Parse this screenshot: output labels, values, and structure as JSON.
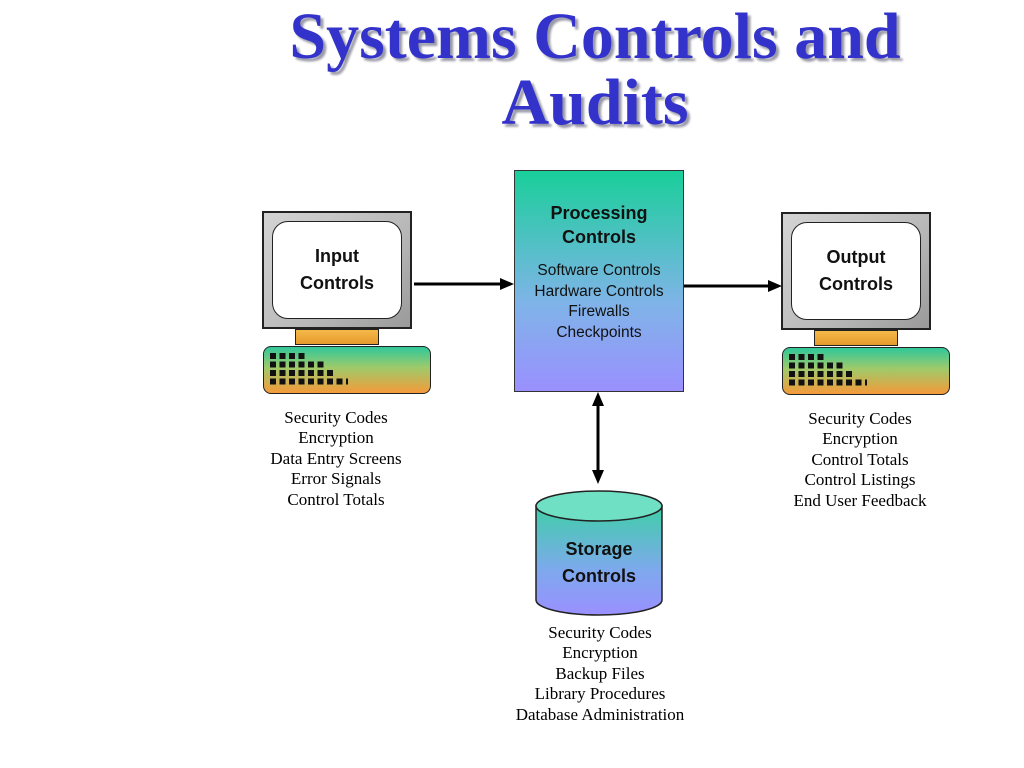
{
  "title": {
    "line1": "Systems Controls and",
    "line2": "Audits"
  },
  "input": {
    "label_line1": "Input",
    "label_line2": "Controls",
    "items": [
      "Security Codes",
      "Encryption",
      "Data Entry Screens",
      "Error Signals",
      "Control Totals"
    ]
  },
  "processing": {
    "label_line1": "Processing",
    "label_line2": "Controls",
    "items": [
      "Software Controls",
      "Hardware Controls",
      "Firewalls",
      "Checkpoints"
    ]
  },
  "output": {
    "label_line1": "Output",
    "label_line2": "Controls",
    "items": [
      "Security Codes",
      "Encryption",
      "Control Totals",
      "Control Listings",
      "End User Feedback"
    ]
  },
  "storage": {
    "label_line1": "Storage",
    "label_line2": "Controls",
    "items": [
      "Security Codes",
      "Encryption",
      "Backup Files",
      "Library Procedures",
      "Database Administration"
    ]
  },
  "colors": {
    "title": "#3333cc",
    "processing_top": "#19cf9a",
    "processing_bottom": "#9a90ff",
    "keyboard_top": "#2fc89a",
    "keyboard_bottom": "#f59a3a"
  }
}
